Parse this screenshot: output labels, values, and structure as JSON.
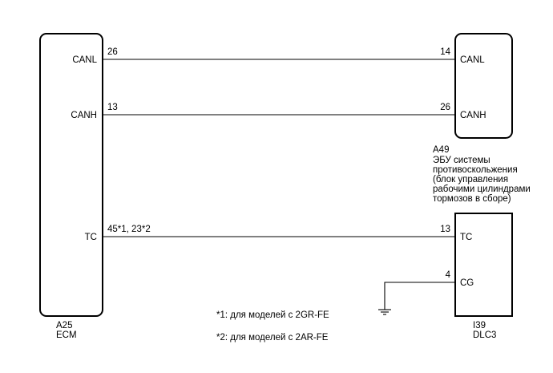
{
  "ecm": {
    "connector": "A25",
    "name": "ECM",
    "pins": {
      "canl": "CANL",
      "canh": "CANH",
      "tc": "TC"
    }
  },
  "abs": {
    "connector": "A49",
    "pins": {
      "canl": "CANL",
      "canh": "CANH"
    },
    "description": [
      "ЭБУ системы",
      "противоскольжения",
      " (блок управления",
      "рабочими цилиндрами",
      "тормозов в сборе)"
    ]
  },
  "dlc": {
    "connector": "I39",
    "name": "DLC3",
    "pins": {
      "tc": "TC",
      "cg": "CG"
    }
  },
  "wires": {
    "canl": {
      "from_pin": "26",
      "to_pin": "14"
    },
    "canh": {
      "from_pin": "13",
      "to_pin": "26"
    },
    "tc": {
      "from_pin": "45*1, 23*2",
      "to_pin": "13"
    },
    "cg": {
      "to_pin": "4"
    }
  },
  "notes": [
    "*1: для моделей с 2GR-FE",
    "*2: для моделей с 2AR-FE"
  ]
}
